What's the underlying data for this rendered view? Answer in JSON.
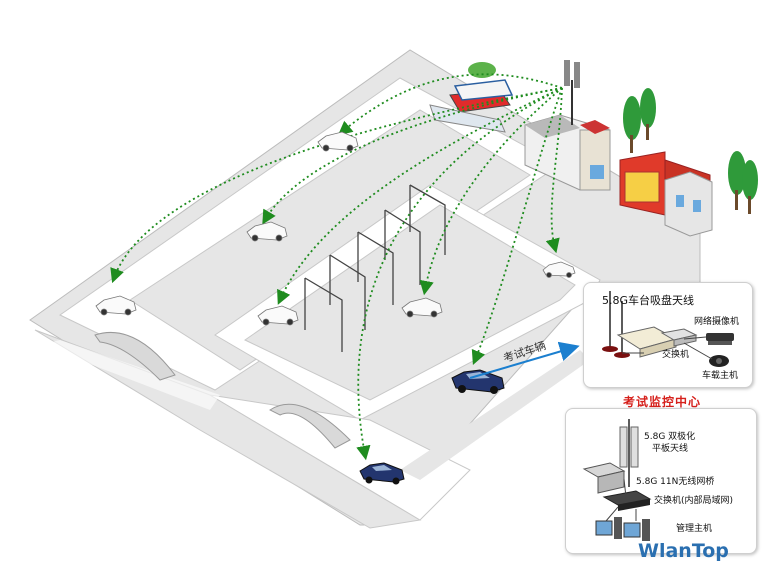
{
  "labels": {
    "vehicle_antenna": "5.8G车台吸盘天线",
    "network_camera": "网络摄像机",
    "switch": "交换机",
    "vehicle_host": "车载主机",
    "test_vehicle": "考试车辆",
    "monitoring_center_title": "考试监控中心",
    "dual_polar_antenna_line1": "5.8G 双极化",
    "dual_polar_antenna_line2": "平板天线",
    "wireless_bridge": "5.8G 11N无线网桥",
    "lan_switch": "交换机(内部局域网)",
    "management_host": "管理主机"
  },
  "logo": {
    "text_main": "WlanTop"
  },
  "colors": {
    "link_green": "#1f8c1f",
    "arrow_blue": "#1b7fcf",
    "title_red": "#d6211c",
    "road_gray": "#e9e9e9",
    "road_edge": "#b8b8b8"
  }
}
